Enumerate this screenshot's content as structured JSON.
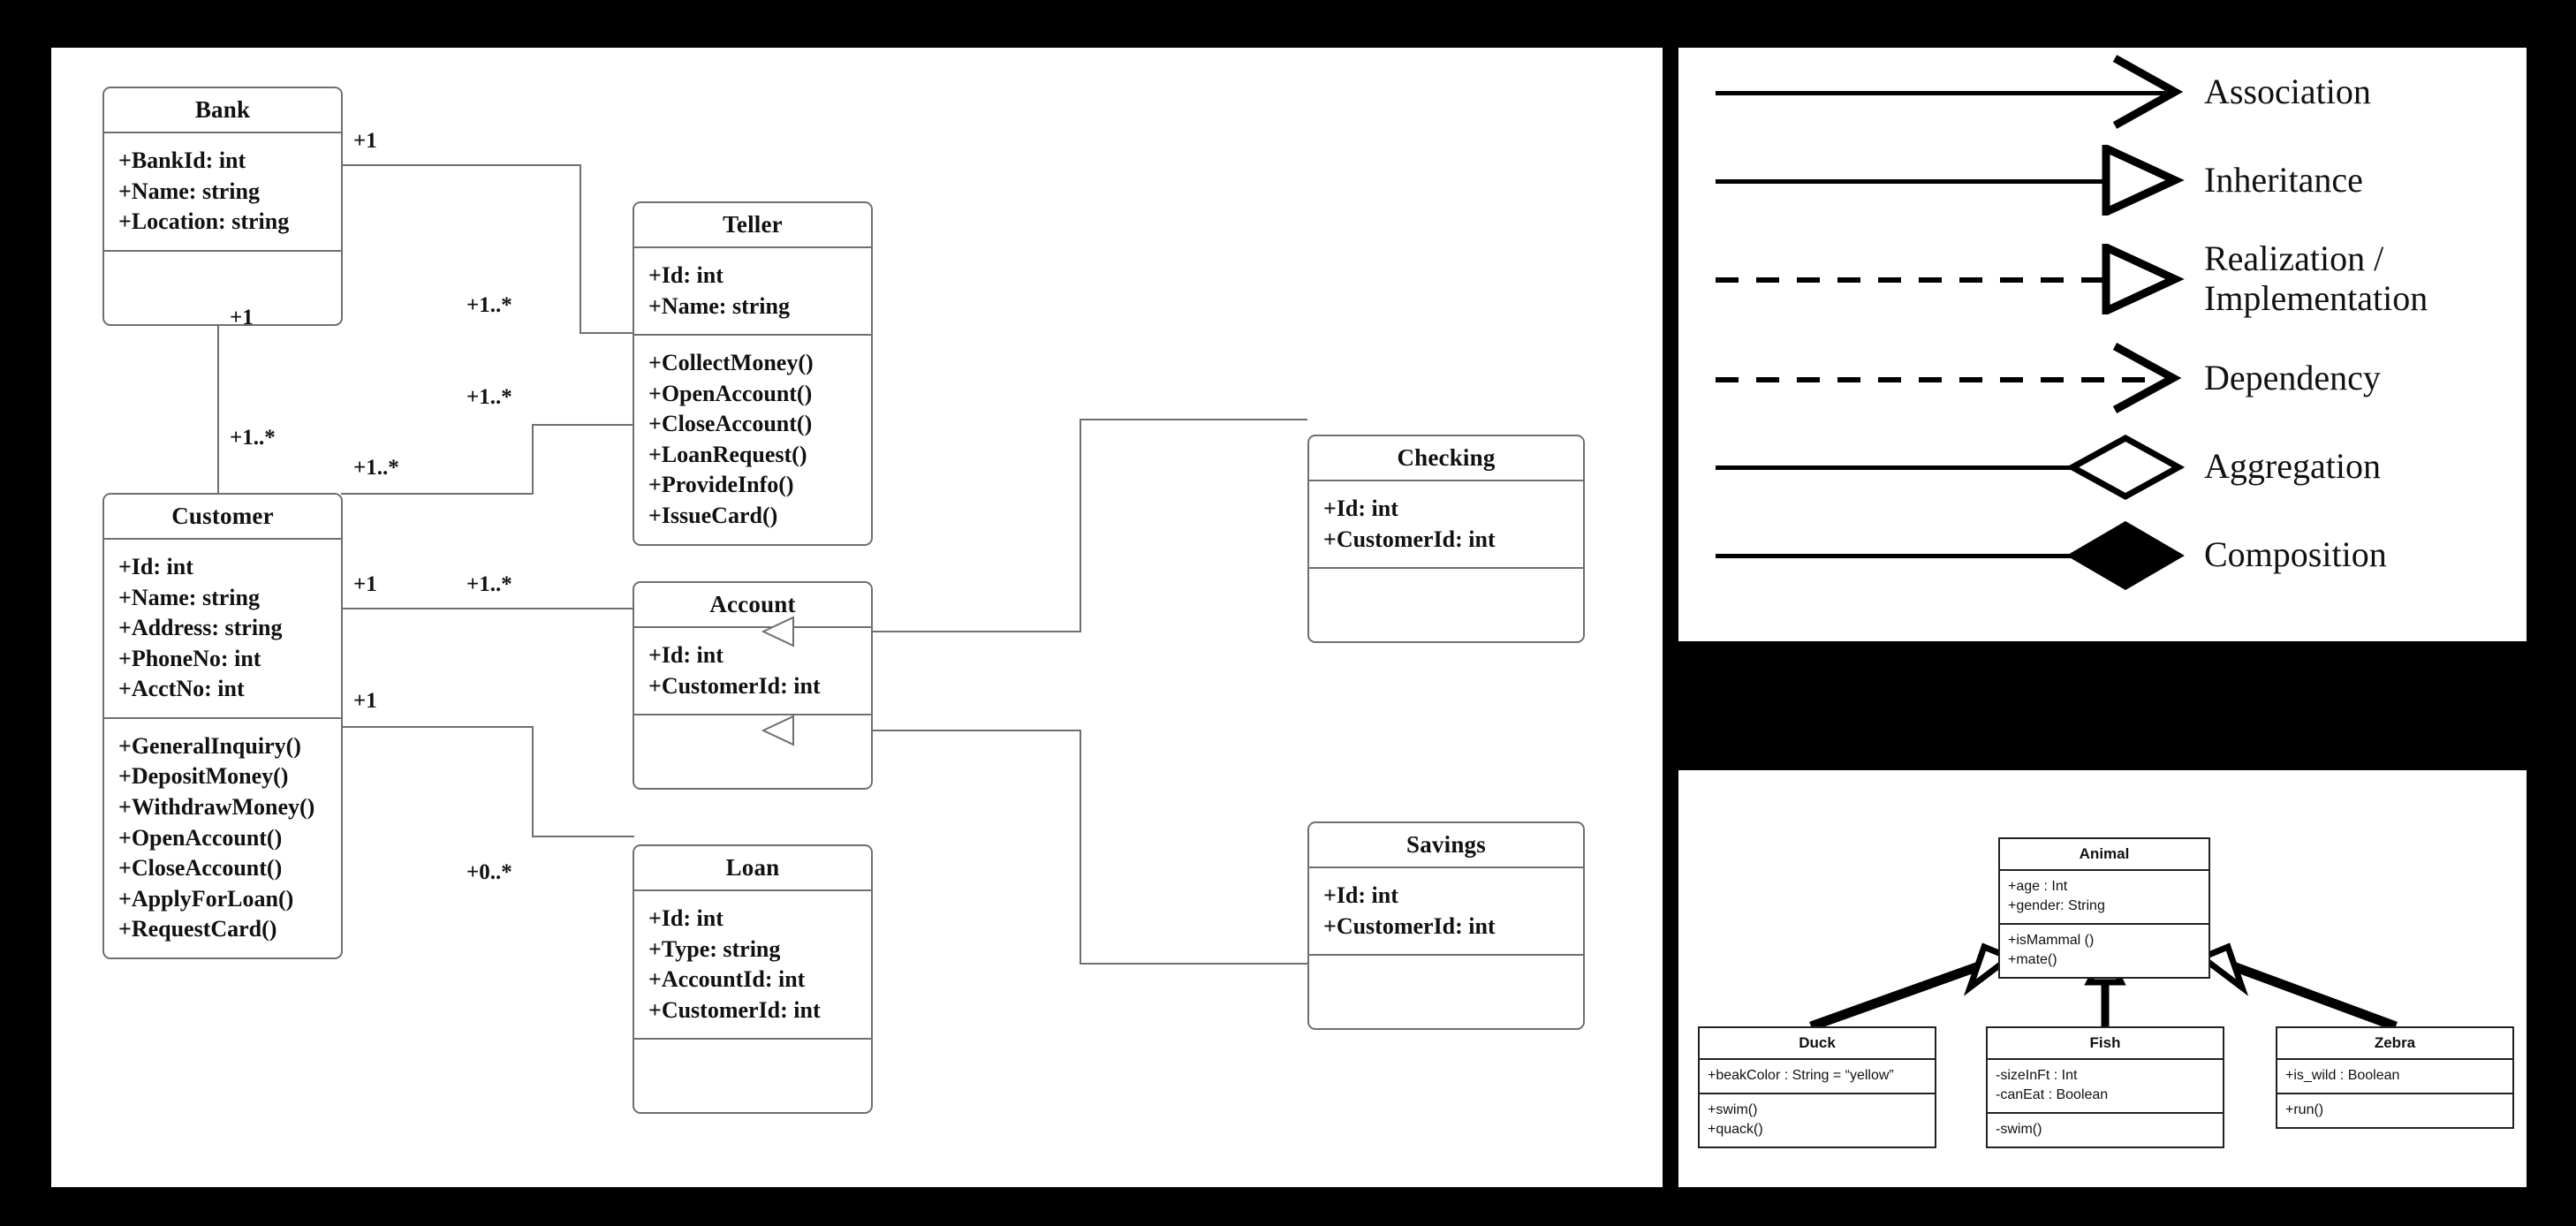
{
  "bank_diagram": {
    "classes": {
      "bank": {
        "name": "Bank",
        "attributes": [
          "+BankId: int",
          "+Name: string",
          "+Location: string"
        ],
        "methods": []
      },
      "teller": {
        "name": "Teller",
        "attributes": [
          "+Id: int",
          "+Name: string"
        ],
        "methods": [
          "+CollectMoney()",
          "+OpenAccount()",
          "+CloseAccount()",
          "+LoanRequest()",
          "+ProvideInfo()",
          "+IssueCard()"
        ]
      },
      "customer": {
        "name": "Customer",
        "attributes": [
          "+Id: int",
          "+Name: string",
          "+Address: string",
          "+PhoneNo: int",
          "+AcctNo: int"
        ],
        "methods": [
          "+GeneralInquiry()",
          "+DepositMoney()",
          "+WithdrawMoney()",
          "+OpenAccount()",
          "+CloseAccount()",
          "+ApplyForLoan()",
          "+RequestCard()"
        ]
      },
      "account": {
        "name": "Account",
        "attributes": [
          "+Id: int",
          "+CustomerId: int"
        ],
        "methods": []
      },
      "loan": {
        "name": "Loan",
        "attributes": [
          "+Id: int",
          "+Type: string",
          "+AccountId: int",
          "+CustomerId: int"
        ],
        "methods": []
      },
      "checking": {
        "name": "Checking",
        "attributes": [
          "+Id: int",
          "+CustomerId: int"
        ],
        "methods": []
      },
      "savings": {
        "name": "Savings",
        "attributes": [
          "+Id: int",
          "+CustomerId: int"
        ],
        "methods": []
      }
    },
    "multiplicities": {
      "bank_to_teller_src": "+1",
      "bank_to_teller_dst": "+1..*",
      "bank_to_customer_src": "+1",
      "bank_to_customer_dst": "+1..*",
      "customer_to_teller_dst": "+1..*",
      "customer_teller_src": "+1..*",
      "customer_to_account_src": "+1",
      "customer_to_account_dst": "+1..*",
      "customer_to_loan_src": "+1",
      "customer_to_loan_dst": "+0..*"
    }
  },
  "legend": {
    "items": [
      {
        "label": "Association",
        "style": "solid",
        "head": "open-arrow"
      },
      {
        "label": "Inheritance",
        "style": "solid",
        "head": "hollow-triangle"
      },
      {
        "label": "Realization /\nImplementation",
        "style": "dashed",
        "head": "hollow-triangle"
      },
      {
        "label": "Dependency",
        "style": "dashed",
        "head": "open-arrow"
      },
      {
        "label": "Aggregation",
        "style": "solid",
        "head": "hollow-diamond"
      },
      {
        "label": "Composition",
        "style": "solid",
        "head": "filled-diamond"
      }
    ]
  },
  "animal_diagram": {
    "classes": {
      "animal": {
        "name": "Animal",
        "attributes": [
          "+age : Int",
          "+gender: String"
        ],
        "methods": [
          "+isMammal ()",
          "+mate()"
        ]
      },
      "duck": {
        "name": "Duck",
        "attributes": [
          "+beakColor : String = “yellow”"
        ],
        "methods": [
          "+swim()",
          "+quack()"
        ]
      },
      "fish": {
        "name": "Fish",
        "attributes": [
          "-sizeInFt : Int",
          "-canEat : Boolean"
        ],
        "methods": [
          "-swim()"
        ]
      },
      "zebra": {
        "name": "Zebra",
        "attributes": [
          "+is_wild : Boolean"
        ],
        "methods": [
          "+run()"
        ]
      }
    }
  },
  "colors": {
    "background": "#000000",
    "panel": "#ffffff",
    "box_border": "#6f6f6f",
    "animal_border": "#222222",
    "text": "#111111"
  }
}
